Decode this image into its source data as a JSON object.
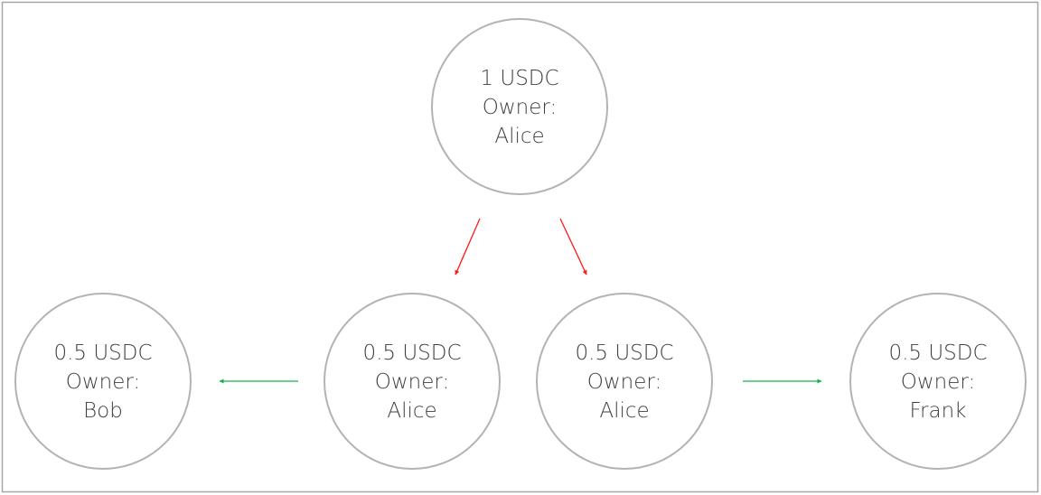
{
  "colors": {
    "split_arrow": "#ff1a1a",
    "transfer_arrow": "#1bb04a",
    "circle_stroke": "#b3b3b3",
    "frame": "#a6a6a6"
  },
  "nodes": {
    "top": {
      "amount": "1 USDC",
      "owner_label": "Owner:",
      "owner": "Alice"
    },
    "bob": {
      "amount": "0.5 USDC",
      "owner_label": "Owner:",
      "owner": "Bob"
    },
    "alice_left": {
      "amount": "0.5 USDC",
      "owner_label": "Owner:",
      "owner": "Alice"
    },
    "alice_right": {
      "amount": "0.5 USDC",
      "owner_label": "Owner:",
      "owner": "Alice"
    },
    "frank": {
      "amount": "0.5 USDC",
      "owner_label": "Owner:",
      "owner": "Frank"
    }
  }
}
